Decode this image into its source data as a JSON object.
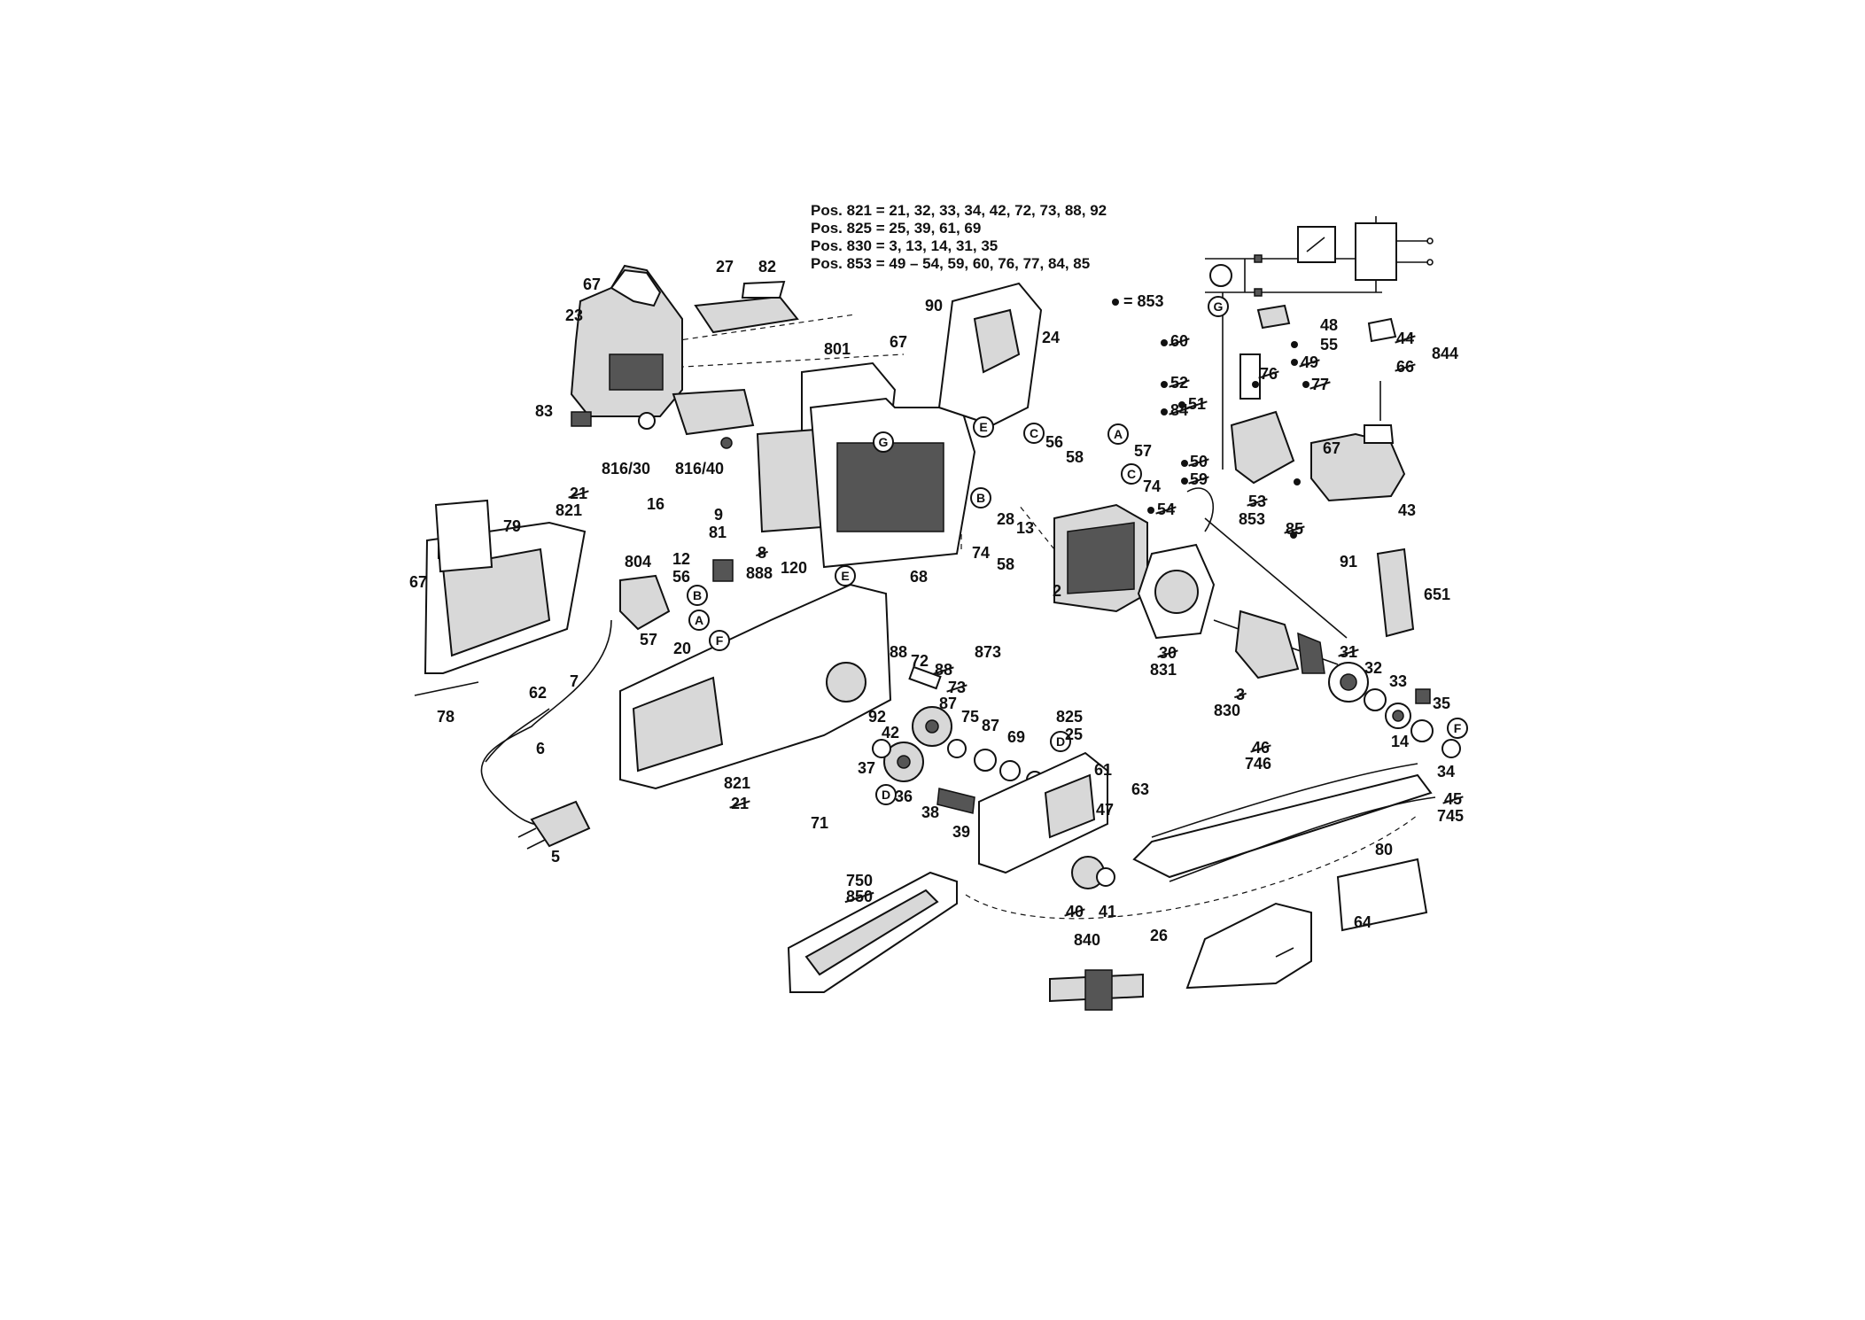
{
  "header": {
    "line1": "Pos. 821 = 21, 32, 33, 34, 42, 72, 73, 88, 92",
    "line2": "Pos. 825 = 25, 39, 61, 69",
    "line3": "Pos. 830 = 3, 13, 14, 31, 35",
    "line4": "Pos. 853 = 49 – 54, 59, 60, 76, 77, 84, 85"
  },
  "legend": {
    "text": "= 853"
  },
  "circle_refs": [
    "A",
    "B",
    "C",
    "D",
    "E",
    "F",
    "G"
  ],
  "labels": [
    {
      "id": "67a",
      "text": "67"
    },
    {
      "id": "23",
      "text": "23"
    },
    {
      "id": "27",
      "text": "27"
    },
    {
      "id": "82",
      "text": "82"
    },
    {
      "id": "83",
      "text": "83"
    },
    {
      "id": "816-30",
      "text": "816/30"
    },
    {
      "id": "816-40",
      "text": "816/40"
    },
    {
      "id": "16",
      "text": "16"
    },
    {
      "id": "801",
      "text": "801"
    },
    {
      "id": "67b",
      "text": "67"
    },
    {
      "id": "90",
      "text": "90"
    },
    {
      "id": "24",
      "text": "24"
    },
    {
      "id": "9",
      "text": "9"
    },
    {
      "id": "81",
      "text": "81"
    },
    {
      "id": "8",
      "text": "8"
    },
    {
      "id": "888",
      "text": "888"
    },
    {
      "id": "120",
      "text": "120"
    },
    {
      "id": "21a",
      "text": "21"
    },
    {
      "id": "821a",
      "text": "821"
    },
    {
      "id": "79",
      "text": "79"
    },
    {
      "id": "67c",
      "text": "67"
    },
    {
      "id": "804",
      "text": "804"
    },
    {
      "id": "12",
      "text": "12"
    },
    {
      "id": "56a",
      "text": "56"
    },
    {
      "id": "57a",
      "text": "57"
    },
    {
      "id": "20",
      "text": "20"
    },
    {
      "id": "62",
      "text": "62"
    },
    {
      "id": "7",
      "text": "7"
    },
    {
      "id": "78",
      "text": "78"
    },
    {
      "id": "6",
      "text": "6"
    },
    {
      "id": "5",
      "text": "5"
    },
    {
      "id": "56b",
      "text": "56"
    },
    {
      "id": "58a",
      "text": "58"
    },
    {
      "id": "28",
      "text": "28"
    },
    {
      "id": "13",
      "text": "13"
    },
    {
      "id": "74a",
      "text": "74"
    },
    {
      "id": "58b",
      "text": "58"
    },
    {
      "id": "2",
      "text": "2"
    },
    {
      "id": "68",
      "text": "68"
    },
    {
      "id": "30",
      "text": "30"
    },
    {
      "id": "831",
      "text": "831"
    },
    {
      "id": "88a",
      "text": "88"
    },
    {
      "id": "72",
      "text": "72"
    },
    {
      "id": "88b",
      "text": "88"
    },
    {
      "id": "873",
      "text": "873"
    },
    {
      "id": "73",
      "text": "73"
    },
    {
      "id": "92",
      "text": "92"
    },
    {
      "id": "42",
      "text": "42"
    },
    {
      "id": "87a",
      "text": "87"
    },
    {
      "id": "75",
      "text": "75"
    },
    {
      "id": "87b",
      "text": "87"
    },
    {
      "id": "69",
      "text": "69"
    },
    {
      "id": "37",
      "text": "37"
    },
    {
      "id": "36",
      "text": "36"
    },
    {
      "id": "38",
      "text": "38"
    },
    {
      "id": "39",
      "text": "39"
    },
    {
      "id": "71",
      "text": "71"
    },
    {
      "id": "821b",
      "text": "821"
    },
    {
      "id": "21b",
      "text": "21"
    },
    {
      "id": "825",
      "text": "825"
    },
    {
      "id": "25",
      "text": "25"
    },
    {
      "id": "61",
      "text": "61"
    },
    {
      "id": "63",
      "text": "63"
    },
    {
      "id": "47",
      "text": "47"
    },
    {
      "id": "750",
      "text": "750"
    },
    {
      "id": "850",
      "text": "850"
    },
    {
      "id": "40",
      "text": "40"
    },
    {
      "id": "41",
      "text": "41"
    },
    {
      "id": "840",
      "text": "840"
    },
    {
      "id": "26",
      "text": "26"
    },
    {
      "id": "64",
      "text": "64"
    },
    {
      "id": "80",
      "text": "80"
    },
    {
      "id": "31",
      "text": "31"
    },
    {
      "id": "32",
      "text": "32"
    },
    {
      "id": "33",
      "text": "33"
    },
    {
      "id": "35",
      "text": "35"
    },
    {
      "id": "3",
      "text": "3"
    },
    {
      "id": "830",
      "text": "830"
    },
    {
      "id": "14",
      "text": "14"
    },
    {
      "id": "34",
      "text": "34"
    },
    {
      "id": "46",
      "text": "46"
    },
    {
      "id": "746",
      "text": "746"
    },
    {
      "id": "45",
      "text": "45"
    },
    {
      "id": "745",
      "text": "745"
    },
    {
      "id": "60",
      "text": "60"
    },
    {
      "id": "52",
      "text": "52"
    },
    {
      "id": "84",
      "text": "84"
    },
    {
      "id": "51",
      "text": "51"
    },
    {
      "id": "57b",
      "text": "57"
    },
    {
      "id": "50",
      "text": "50"
    },
    {
      "id": "74b",
      "text": "74"
    },
    {
      "id": "59",
      "text": "59"
    },
    {
      "id": "54",
      "text": "54"
    },
    {
      "id": "48",
      "text": "48"
    },
    {
      "id": "55",
      "text": "55"
    },
    {
      "id": "49",
      "text": "49"
    },
    {
      "id": "76",
      "text": "76"
    },
    {
      "id": "77",
      "text": "77"
    },
    {
      "id": "67d",
      "text": "67"
    },
    {
      "id": "53",
      "text": "53"
    },
    {
      "id": "853",
      "text": "853"
    },
    {
      "id": "85",
      "text": "85"
    },
    {
      "id": "44",
      "text": "44"
    },
    {
      "id": "844",
      "text": "844"
    },
    {
      "id": "66",
      "text": "66"
    },
    {
      "id": "43",
      "text": "43"
    },
    {
      "id": "91",
      "text": "91"
    },
    {
      "id": "651",
      "text": "651"
    }
  ]
}
